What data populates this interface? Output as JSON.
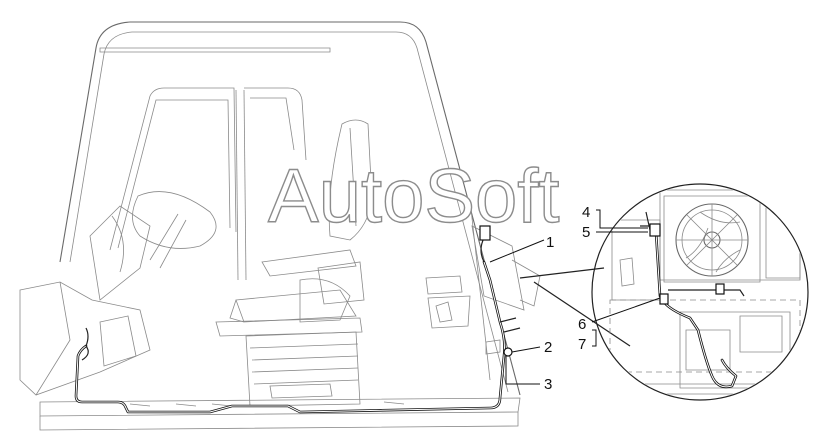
{
  "watermark": "AutoSoft",
  "callouts": [
    {
      "id": "1",
      "text": "1"
    },
    {
      "id": "2",
      "text": "2"
    },
    {
      "id": "3",
      "text": "3"
    },
    {
      "id": "4",
      "text": "4"
    },
    {
      "id": "5",
      "text": "5"
    },
    {
      "id": "6",
      "text": "6"
    },
    {
      "id": "7",
      "text": "7"
    }
  ]
}
